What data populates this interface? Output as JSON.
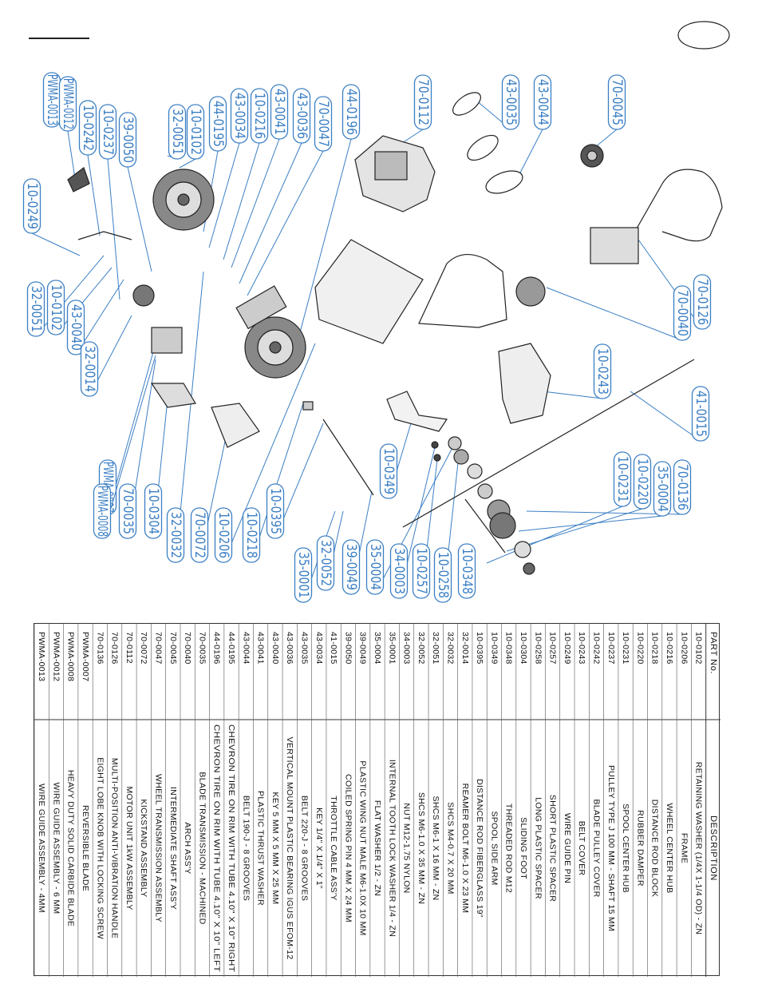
{
  "callouts": [
    "PWMA-0013",
    "PWMA-0012",
    "10-0242",
    "10-0237",
    "39-0050",
    "32-0051",
    "10-0102",
    "44-0195",
    "43-0034",
    "10-0216",
    "43-0041",
    "43-0036",
    "70-0047",
    "44-0196",
    "70-0112",
    "43-0035",
    "43-0044",
    "70-0045",
    "70-0126",
    "70-0040",
    "10-0243",
    "41-0015",
    "70-0136",
    "35-0004",
    "10-0220",
    "10-0231",
    "10-0249",
    "32-0051",
    "10-0102",
    "43-0040",
    "32-0014",
    "PWMA-0007",
    "PWMA-0008",
    "70-0035",
    "10-0304",
    "32-0032",
    "70-0072",
    "10-0206",
    "10-0218",
    "10-0395",
    "35-0001",
    "32-0052",
    "39-0049",
    "35-0004",
    "34-0003",
    "10-0257",
    "10-0258",
    "10-0348",
    "10-0349"
  ],
  "table": {
    "headers": {
      "part_no": "PART No.",
      "description": "DESCRIPTION"
    },
    "rows": [
      {
        "part_no": "10-0102",
        "description": "RETAINING WASHER (1/4X 1-1/4 OD) - ZN"
      },
      {
        "part_no": "10-0206",
        "description": "FRAME"
      },
      {
        "part_no": "10-0216",
        "description": "WHEEL CENTER HUB"
      },
      {
        "part_no": "10-0218",
        "description": "DISTANCE ROD BLOCK"
      },
      {
        "part_no": "10-0220",
        "description": "RUBBER DAMPER"
      },
      {
        "part_no": "10-0231",
        "description": "SPOOL CENTER HUB"
      },
      {
        "part_no": "10-0237",
        "description": "PULLEY TYPE J 100 MM - SHAFT 15 MM"
      },
      {
        "part_no": "10-0242",
        "description": "BLADE PULLEY COVER"
      },
      {
        "part_no": "10-0243",
        "description": "BELT COVER"
      },
      {
        "part_no": "10-0249",
        "description": "WIRE GUIDE PIN"
      },
      {
        "part_no": "10-0257",
        "description": "SHORT PLASTIC SPACER"
      },
      {
        "part_no": "10-0258",
        "description": "LONG PLASTIC SPACER"
      },
      {
        "part_no": "10-0304",
        "description": "SLIDING FOOT"
      },
      {
        "part_no": "10-0348",
        "description": "THREADED ROD M12"
      },
      {
        "part_no": "10-0349",
        "description": "SPOOL SIDE ARM"
      },
      {
        "part_no": "10-0395",
        "description": "DISTANCE ROD FIBERGLASS 19\""
      },
      {
        "part_no": "32-0014",
        "description": "REAMER BOLT M6-1.0 X 23 MM"
      },
      {
        "part_no": "32-0032",
        "description": "SHCS M4-0.7 X 20 MM"
      },
      {
        "part_no": "32-0051",
        "description": "SHCS M6-1 X 16 MM - ZN"
      },
      {
        "part_no": "32-0052",
        "description": "SHCS M6-1.0 X 35 MM - ZN"
      },
      {
        "part_no": "34-0003",
        "description": "NUT M12-1.75 NYLON"
      },
      {
        "part_no": "35-0001",
        "description": "INTERNAL TOOTH LOCK WASHER 1/4 - ZN"
      },
      {
        "part_no": "35-0004",
        "description": "FLAT WASHER 1/2 - ZN"
      },
      {
        "part_no": "39-0049",
        "description": "PLASTIC WING NUT MALE M6-1.0X 10 MM"
      },
      {
        "part_no": "39-0050",
        "description": "COILED SPRING PIN 4 MM X 24 MM"
      },
      {
        "part_no": "41-0015",
        "description": "THROTTLE CABLE ASS'Y"
      },
      {
        "part_no": "43-0034",
        "description": "KEY 1/4\" X 1/4\" X 1\""
      },
      {
        "part_no": "43-0035",
        "description": "BELT 220-J - 8 GROOVES"
      },
      {
        "part_no": "43-0036",
        "description": "VERTICAL MOUNT PLASTIC BEARING IGUS EFOM-12"
      },
      {
        "part_no": "43-0040",
        "description": "KEY 5 MM X 5 MM X 25 MM"
      },
      {
        "part_no": "43-0041",
        "description": "PLASTIC THRUST WASHER"
      },
      {
        "part_no": "43-0044",
        "description": "BELT 190-J - 8 GROOVES"
      },
      {
        "part_no": "44-0195",
        "description": "CHEVRON TIRE ON RIM WITH TUBE 4.10\" X 10\" RIGHT"
      },
      {
        "part_no": "44-0196",
        "description": "CHEVRON TIRE ON RIM WITH TUBE 4.10\" X 10\" LEFT"
      },
      {
        "part_no": "70-0035",
        "description": "BLADE TRANSMISSION - MACHINED"
      },
      {
        "part_no": "70-0040",
        "description": "ARCH ASS'Y"
      },
      {
        "part_no": "70-0045",
        "description": "INTERMEDIATE SHAFT ASS'Y"
      },
      {
        "part_no": "70-0047",
        "description": "WHEEL TRANSMISSION ASSEMBLY"
      },
      {
        "part_no": "70-0072",
        "description": "KICKSTAND ASSEMBLY"
      },
      {
        "part_no": "70-0112",
        "description": "MOTOR UNIT 1kW ASSEMBLY"
      },
      {
        "part_no": "70-0126",
        "description": "MULTI-POSITION ANTI-VIBRATION HANDLE"
      },
      {
        "part_no": "70-0136",
        "description": "EIGHT LOBE KNOB WITH LOCKING SCREW"
      },
      {
        "part_no": "PWMA-0007",
        "description": "REVERSIBLE BLADE"
      },
      {
        "part_no": "PWMA-0008",
        "description": "HEAVY DUTY SOLID CARBIDE BLADE"
      },
      {
        "part_no": "PWMA-0012",
        "description": "WIRE GUIDE ASSEMBLY - 6 MM"
      },
      {
        "part_no": "PWMA-0013",
        "description": "WIRE GUIDE ASSEMBLY - 4MM"
      }
    ]
  }
}
